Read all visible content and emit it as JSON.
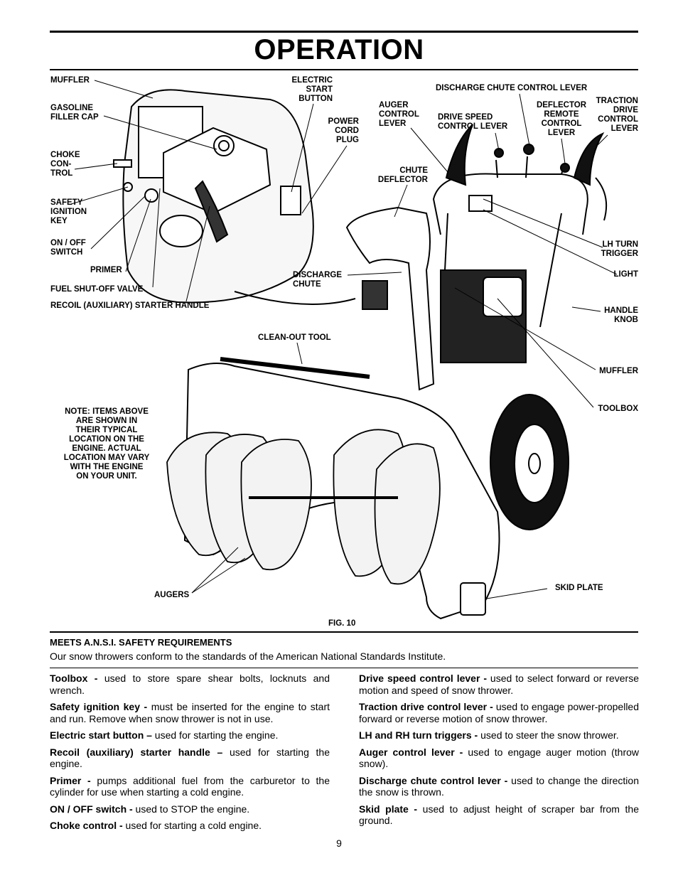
{
  "page": {
    "title": "OPERATION",
    "page_number": "9"
  },
  "figure": {
    "caption": "FIG. 10",
    "labels": {
      "muffler_top": "MUFFLER",
      "gasoline_filler_cap": "GASOLINE\nFILLER CAP",
      "choke_control": "CHOKE\nCON-\nTROL",
      "safety_ignition_key": "SAFETY\nIGNITION\nKEY",
      "on_off_switch": "ON / OFF\nSWITCH",
      "primer": "PRIMER",
      "fuel_shutoff": "FUEL SHUT-OFF VALVE",
      "recoil_starter": "RECOIL (AUXILIARY) STARTER HANDLE",
      "electric_start": "ELECTRIC\nSTART\nBUTTON",
      "power_cord_plug": "POWER\nCORD\nPLUG",
      "auger_control_lever": "AUGER\nCONTROL\nLEVER",
      "discharge_chute_control": "DISCHARGE CHUTE CONTROL LEVER",
      "drive_speed_control": "DRIVE SPEED\nCONTROL LEVER",
      "deflector_remote": "DEFLECTOR\nREMOTE\nCONTROL\nLEVER",
      "traction_drive": "TRACTION\nDRIVE\nCONTROL\nLEVER",
      "chute_deflector": "CHUTE\nDEFLECTOR",
      "discharge_chute": "DISCHARGE\nCHUTE",
      "lh_turn_trigger": "LH TURN\nTRIGGER",
      "light": "LIGHT",
      "handle_knob": "HANDLE\nKNOB",
      "clean_out_tool": "CLEAN-OUT TOOL",
      "muffler_right": "MUFFLER",
      "toolbox": "TOOLBOX",
      "note": "NOTE: ITEMS ABOVE\nARE SHOWN IN\nTHEIR TYPICAL\nLOCATION ON THE\nENGINE.  ACTUAL\nLOCATION MAY VARY\nWITH THE ENGINE\nON YOUR UNIT.",
      "augers": "AUGERS",
      "skid_plate": "SKID PLATE"
    }
  },
  "ansi": {
    "heading": "MEETS A.N.S.I. SAFETY REQUIREMENTS",
    "text": "Our snow throwers conform to the standards of the American National Standards Institute."
  },
  "left_column": [
    {
      "term": "Toolbox -",
      "desc": " used to store spare shear bolts, locknuts and wrench."
    },
    {
      "term": "Safety ignition key -",
      "desc": " must be inserted for the engine to start and run.  Remove when snow thrower is not in use."
    },
    {
      "term": "Electric start button –",
      "desc": " used for starting the engine."
    },
    {
      "term": "Recoil (auxiliary) starter handle –",
      "desc": " used for starting the engine."
    },
    {
      "term": "Primer -",
      "desc": " pumps additional fuel from the carburetor to the cylinder for use when starting a cold engine."
    },
    {
      "term": "ON / OFF switch -",
      "desc": " used to STOP the engine."
    },
    {
      "term": "Choke control -",
      "desc": " used for starting a cold engine."
    }
  ],
  "right_column": [
    {
      "term": "Drive speed control lever -",
      "desc": " used to select forward or reverse motion and speed of snow thrower."
    },
    {
      "term": "Traction drive control lever -",
      "desc": " used to engage power-propelled forward or reverse motion of snow thrower."
    },
    {
      "term": "LH and RH turn triggers -",
      "desc": " used to steer the snow thrower."
    },
    {
      "term": "Auger control lever -",
      "desc": " used to engage auger motion (throw snow)."
    },
    {
      "term": "Discharge chute control lever -",
      "desc": " used to change the direction the snow is thrown."
    },
    {
      "term": "Skid plate -",
      "desc": " used to adjust height of scraper bar from the ground."
    }
  ]
}
